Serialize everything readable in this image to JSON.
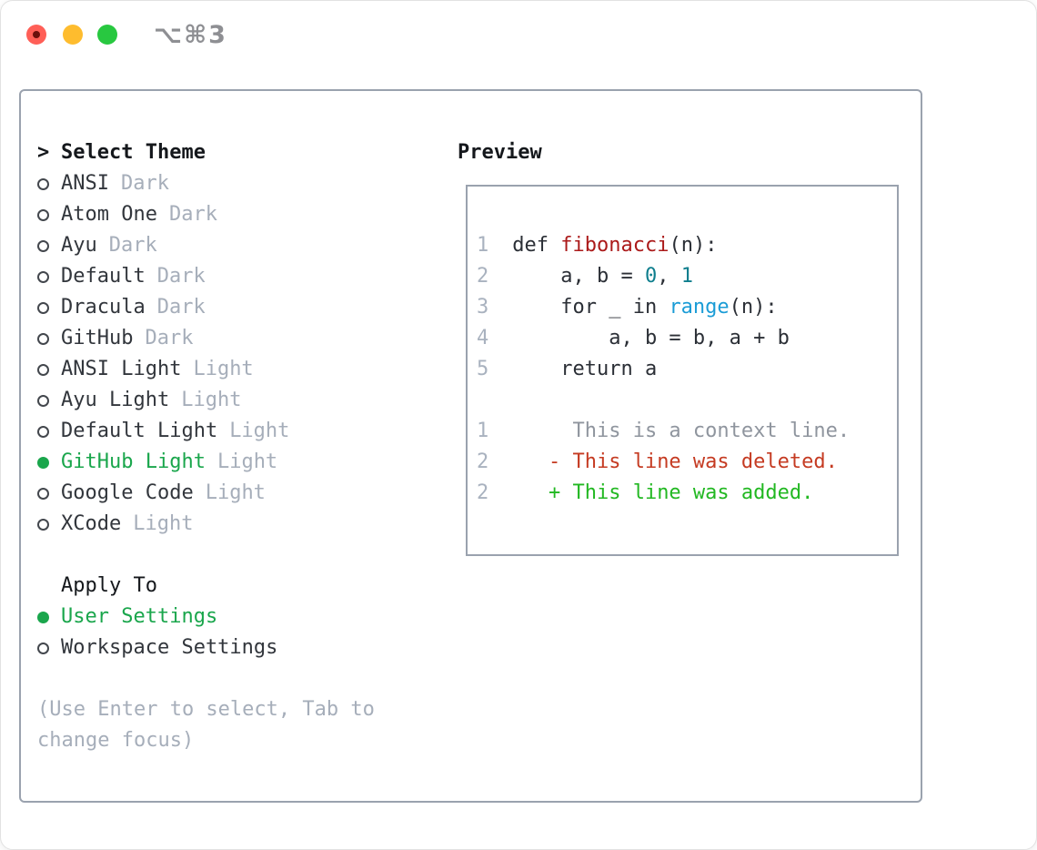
{
  "titlebar": {
    "shortcut_label": "⌥⌘3"
  },
  "colors": {
    "ui_green": "#1aa64c",
    "item_fg": "#32363c",
    "muted_gray": "#a6aeba",
    "panel_border": "#9aa2ae",
    "function_red": "#ab1a1a",
    "number_teal": "#0e7e8d",
    "builtin_blue": "#1b9cd6",
    "context_gray": "#8f959e",
    "deleted_red": "#c53b22",
    "added_green": "#22b822",
    "traffic_red": "#ff5f57",
    "traffic_yellow": "#febc2e",
    "traffic_green": "#28c840"
  },
  "theme_picker": {
    "prompt": ">",
    "title": "Select Theme",
    "items": [
      {
        "label": "ANSI",
        "variant": "Dark",
        "selected": false
      },
      {
        "label": "Atom One",
        "variant": "Dark",
        "selected": false
      },
      {
        "label": "Ayu",
        "variant": "Dark",
        "selected": false
      },
      {
        "label": "Default",
        "variant": "Dark",
        "selected": false
      },
      {
        "label": "Dracula",
        "variant": "Dark",
        "selected": false
      },
      {
        "label": "GitHub",
        "variant": "Dark",
        "selected": false
      },
      {
        "label": "ANSI Light",
        "variant": "Light",
        "selected": false
      },
      {
        "label": "Ayu Light",
        "variant": "Light",
        "selected": false
      },
      {
        "label": "Default Light",
        "variant": "Light",
        "selected": false
      },
      {
        "label": "GitHub Light",
        "variant": "Light",
        "selected": true
      },
      {
        "label": "Google Code",
        "variant": "Light",
        "selected": false
      },
      {
        "label": "XCode",
        "variant": "Light",
        "selected": false
      }
    ],
    "apply_to": {
      "title": "Apply To",
      "options": [
        {
          "label": "User Settings",
          "selected": true
        },
        {
          "label": "Workspace Settings",
          "selected": false
        }
      ]
    },
    "hint_lines": [
      "(Use Enter to select, Tab to",
      "change focus)"
    ]
  },
  "preview": {
    "title": "Preview",
    "lines": [
      {
        "num": "1",
        "segments": [
          {
            "text": "def ",
            "color": "code"
          },
          {
            "text": "fibonacci",
            "color": "func"
          },
          {
            "text": "(n):",
            "color": "code"
          }
        ]
      },
      {
        "num": "2",
        "segments": [
          {
            "text": "    a, b = ",
            "color": "code"
          },
          {
            "text": "0",
            "color": "num"
          },
          {
            "text": ", ",
            "color": "code"
          },
          {
            "text": "1",
            "color": "num"
          }
        ]
      },
      {
        "num": "3",
        "segments": [
          {
            "text": "    for _ in ",
            "color": "code"
          },
          {
            "text": "range",
            "color": "builtin"
          },
          {
            "text": "(n):",
            "color": "code"
          }
        ]
      },
      {
        "num": "4",
        "segments": [
          {
            "text": "        a, b = b, a + b",
            "color": "code"
          }
        ]
      },
      {
        "num": "5",
        "segments": [
          {
            "text": "    return a",
            "color": "code"
          }
        ]
      },
      {
        "num": "",
        "segments": []
      },
      {
        "num": "1",
        "segments": [
          {
            "text": "     This is a context line.",
            "color": "context"
          }
        ]
      },
      {
        "num": "2",
        "segments": [
          {
            "text": "   - This line was deleted.",
            "color": "deleted"
          }
        ]
      },
      {
        "num": "2",
        "segments": [
          {
            "text": "   + This line was added.",
            "color": "added"
          }
        ]
      }
    ]
  }
}
